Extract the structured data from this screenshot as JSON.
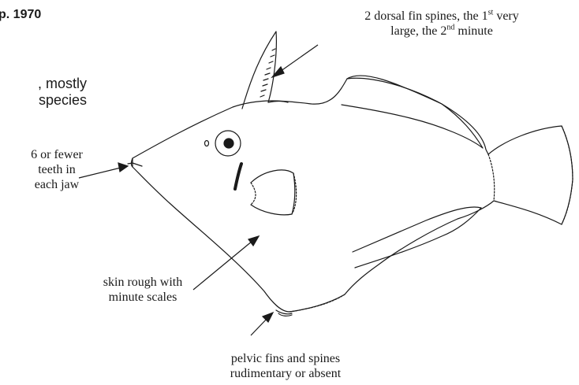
{
  "header": {
    "title_fragment": "p. 1970",
    "sub_line1": ", mostly",
    "sub_line2": "species"
  },
  "labels": {
    "dorsal_line1_a": "2 dorsal fin spines, the 1",
    "dorsal_line1_sup": "st",
    "dorsal_line1_b": " very",
    "dorsal_line2_a": "large, the 2",
    "dorsal_line2_sup": "nd",
    "dorsal_line2_b": " minute",
    "teeth_line1": "6 or fewer",
    "teeth_line2": "teeth in",
    "teeth_line3": "each jaw",
    "skin_line1": "skin rough with",
    "skin_line2": "minute scales",
    "pelvic_line1": "pelvic fins and spines",
    "pelvic_line2": "rudimentary or absent"
  }
}
